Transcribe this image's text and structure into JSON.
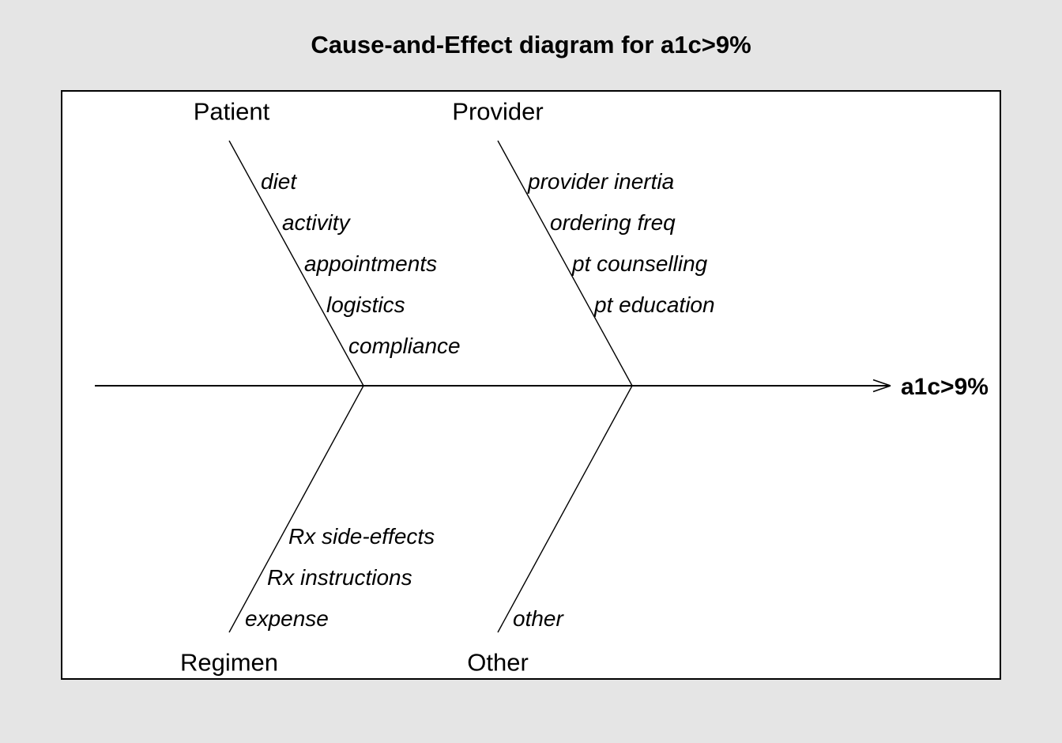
{
  "diagram_type": "cause-and-effect (fishbone)",
  "title": "Cause-and-Effect diagram for a1c>9%",
  "effect_label": "a1c>9%",
  "colors": {
    "page_background": "#e5e5e5",
    "plot_background": "#ffffff",
    "line": "#000000",
    "text": "#000000"
  },
  "branches": [
    {
      "category": "Patient",
      "side": "top",
      "causes": [
        "diet",
        "activity",
        "appointments",
        "logistics",
        "compliance"
      ]
    },
    {
      "category": "Provider",
      "side": "top",
      "causes": [
        "provider inertia",
        "ordering freq",
        "pt counselling",
        "pt education"
      ]
    },
    {
      "category": "Regimen",
      "side": "bottom",
      "causes": [
        "Rx side-effects",
        "Rx instructions",
        "expense"
      ]
    },
    {
      "category": "Other",
      "side": "bottom",
      "causes": [
        "other"
      ]
    }
  ]
}
